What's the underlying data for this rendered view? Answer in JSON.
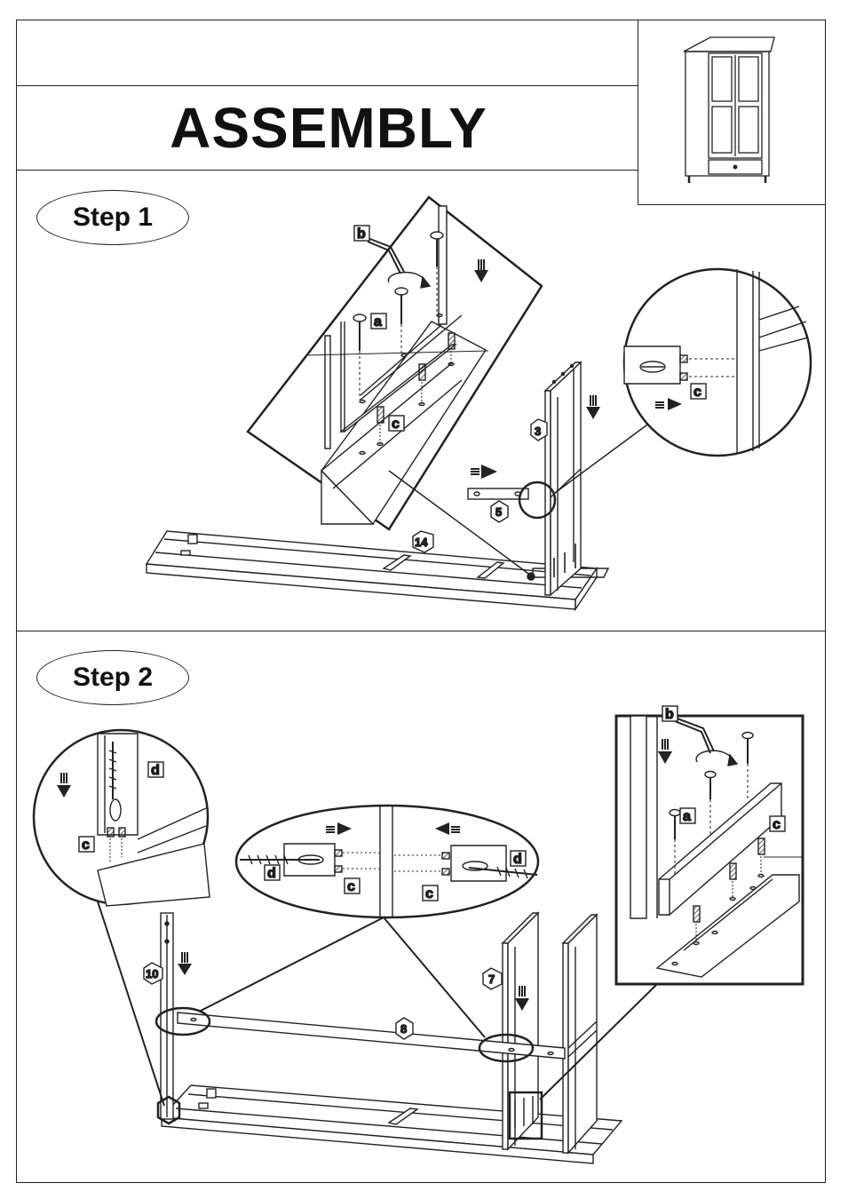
{
  "header": {
    "title": "ASSEMBLY"
  },
  "steps": [
    {
      "label": "Step 1",
      "part_numbers": [
        "3",
        "5",
        "14"
      ],
      "hardware_labels": [
        "a",
        "b",
        "c",
        "c"
      ]
    },
    {
      "label": "Step 2",
      "part_numbers": [
        "10",
        "8",
        "7"
      ],
      "hardware_labels": [
        "d",
        "c",
        "d",
        "d",
        "c",
        "c",
        "b",
        "a",
        "c"
      ]
    }
  ],
  "icons": [
    "wardrobe-thumbnail-icon",
    "allen-key-icon",
    "cam-bolt-icon",
    "wooden-dowel-icon",
    "screw-icon",
    "direction-arrow-icon",
    "rotation-arrow-icon"
  ]
}
